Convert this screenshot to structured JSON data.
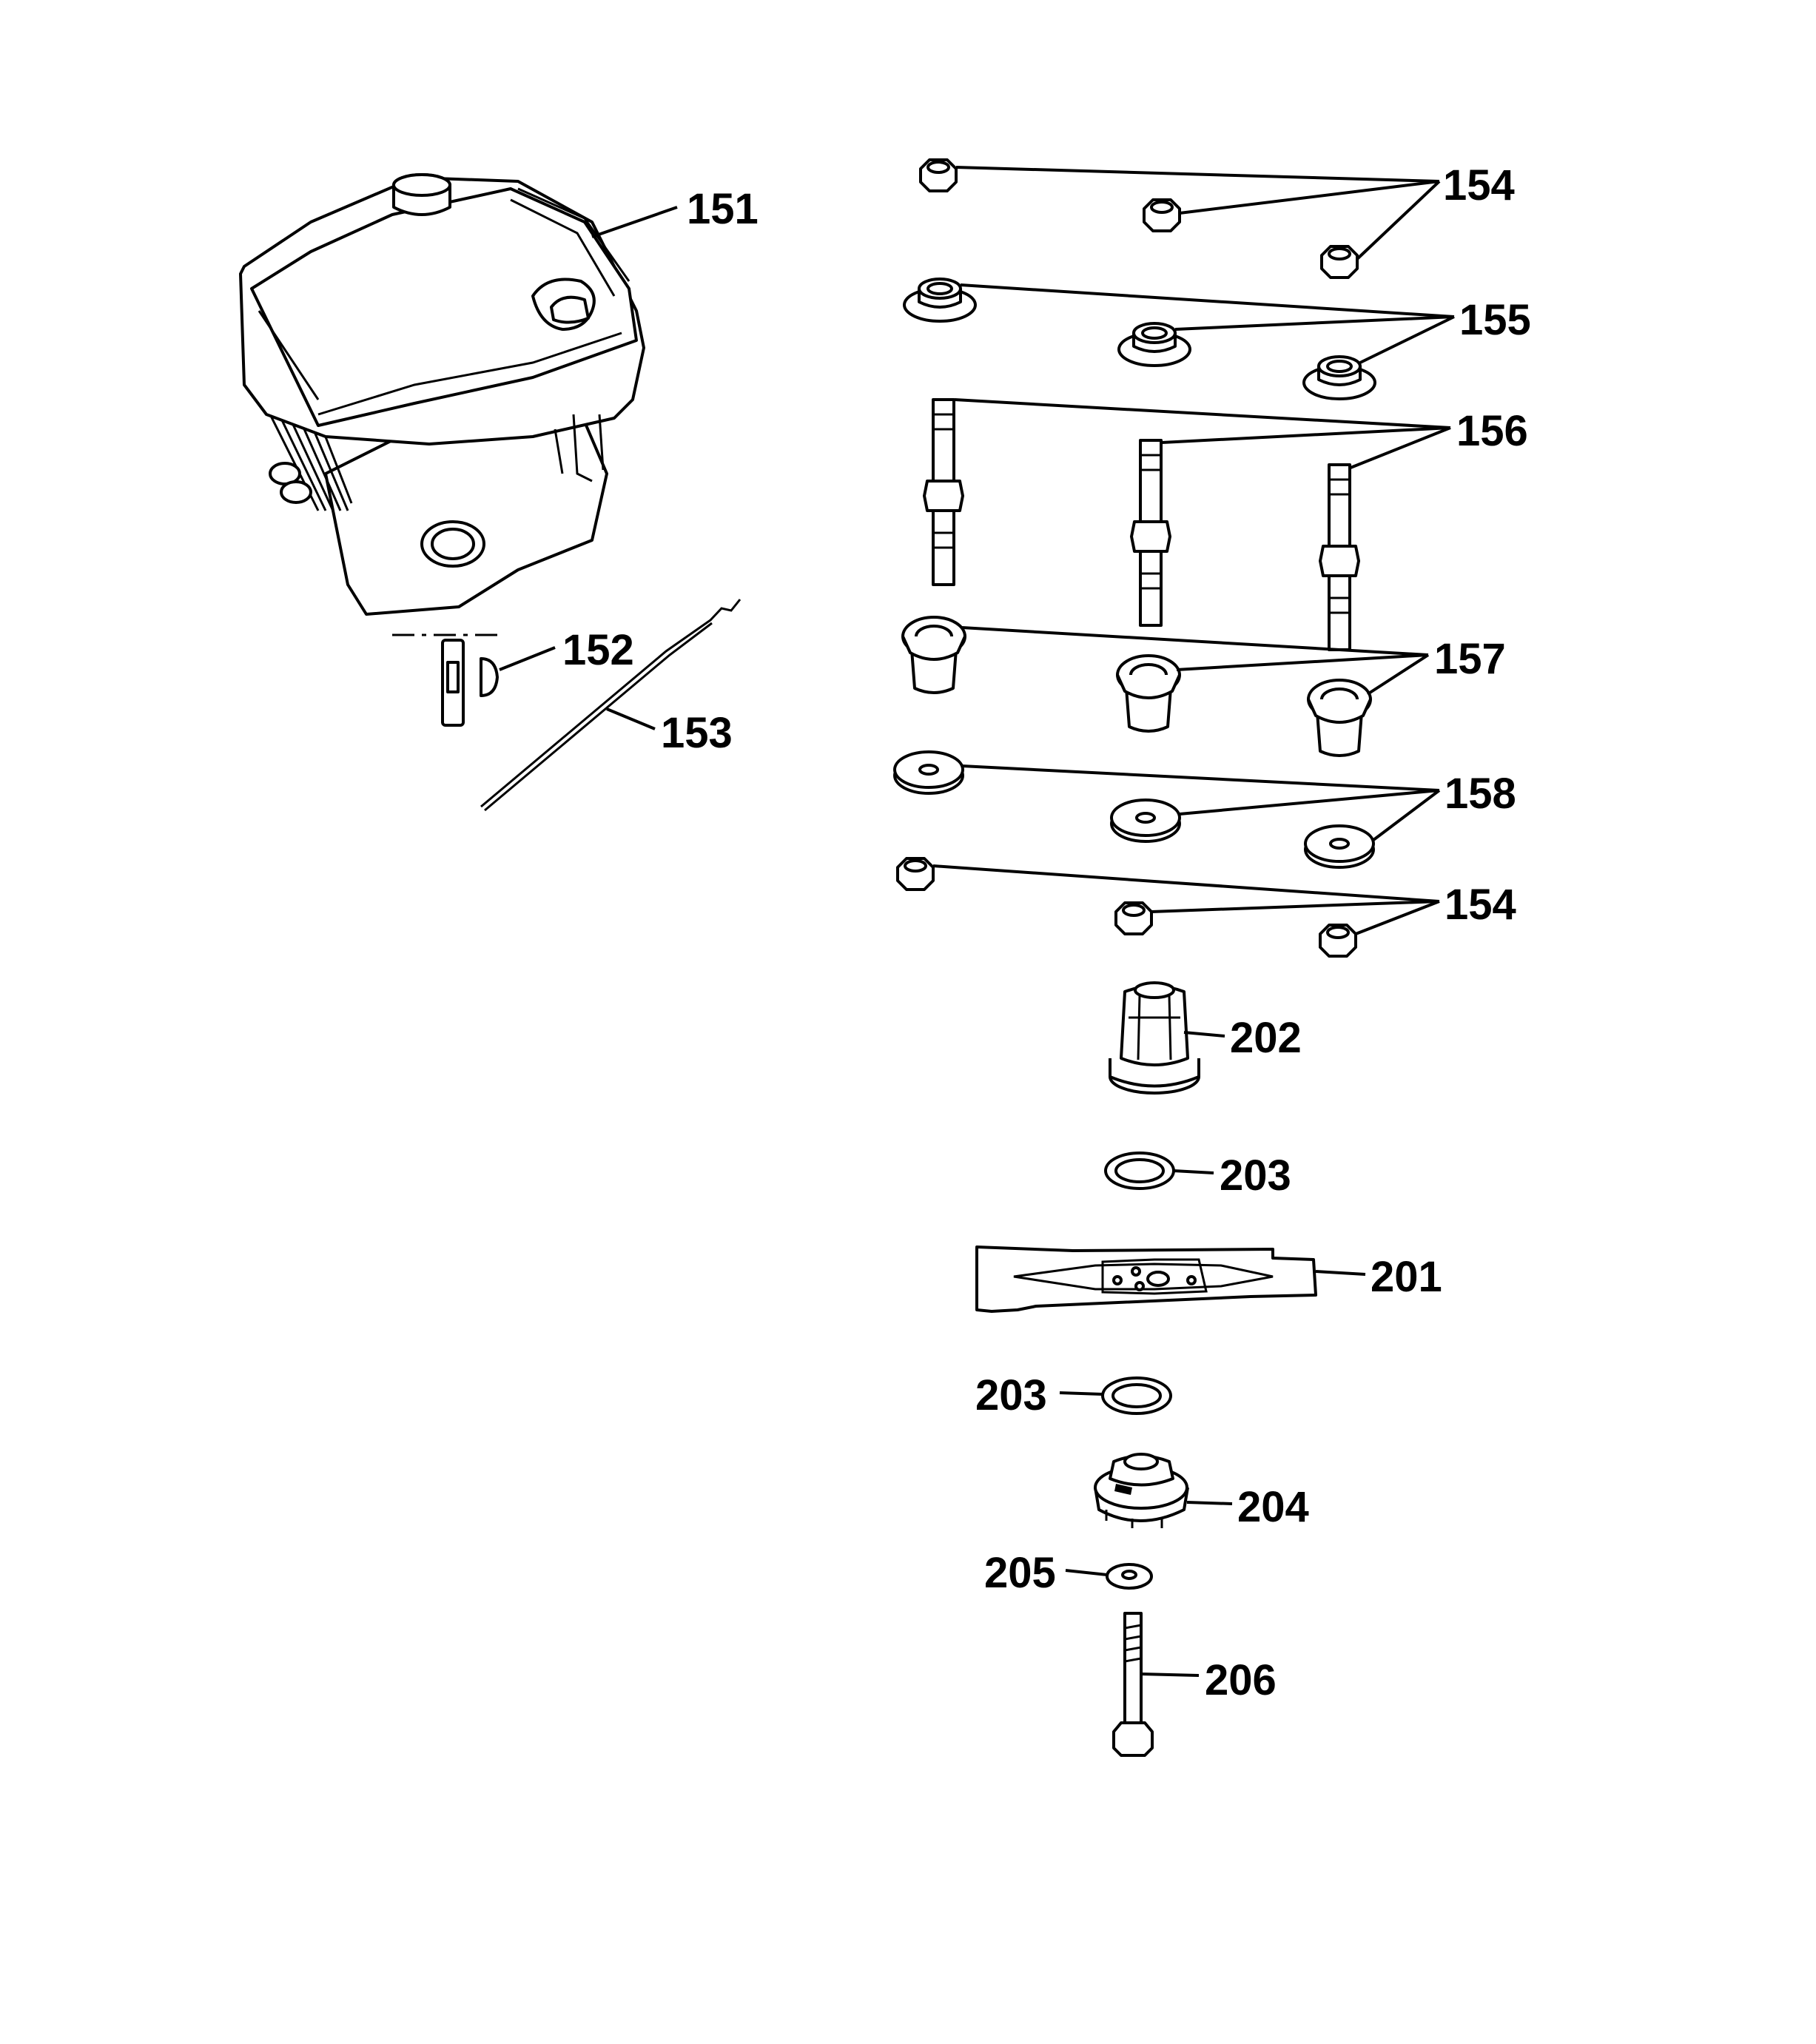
{
  "callouts": {
    "c151": "151",
    "c152": "152",
    "c153": "153",
    "c154a": "154",
    "c155": "155",
    "c156": "156",
    "c157": "157",
    "c158": "158",
    "c154b": "154",
    "c202": "202",
    "c203a": "203",
    "c201": "201",
    "c203b": "203",
    "c204": "204",
    "c205": "205",
    "c206": "206"
  }
}
